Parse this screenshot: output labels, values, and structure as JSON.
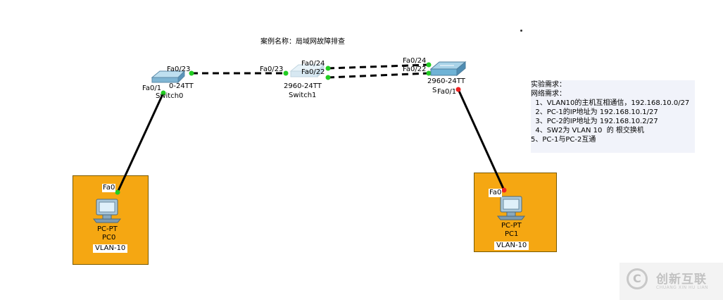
{
  "title": "案例名称：局域网故障排查",
  "colors": {
    "link_up": "#22cc22",
    "link_down": "#ee2222",
    "pc_box": "#f5a712",
    "switch_blue": "#6fb3d6"
  },
  "devices": {
    "switch0": {
      "model_partial": "0-24TT",
      "name": "Switch0"
    },
    "switch1": {
      "model": "2960-24TT",
      "name": "Switch1"
    },
    "switch2": {
      "model_partial": "2960-24TT",
      "name_partial": "S"
    },
    "pc0": {
      "type": "PC-PT",
      "name": "PC0",
      "vlan": "VLAN-10"
    },
    "pc1": {
      "type": "PC-PT",
      "name": "PC1",
      "vlan": "VLAN-10"
    }
  },
  "ports": {
    "sw0_fa0_23": "Fa0/23",
    "sw0_fa0_1_partial": "Fa0/1",
    "sw1_fa0_23": "Fa0/23",
    "sw1_fa0_24": "Fa0/24",
    "sw1_fa0_22": "Fa0/22",
    "sw2_fa0_24": "Fa0/24",
    "sw2_fa0_22": "Fa0/22",
    "sw2_fa0_1_partial": "Fa0/1",
    "pc0_fa0": "Fa0",
    "pc1_fa0": "Fa0"
  },
  "notes": [
    "实验需求：",
    "网络需求：",
    "  1、VLAN10的主机互相通信，192.168.10.0/27",
    "  2、PC-1的IP地址为 192.168.10.1/27",
    "  3、PC-2的IP地址为 192.168.10.2/27",
    "  4、SW2为 VLAN 10  的 根交换机",
    "5、PC-1与PC-2互通"
  ],
  "watermark": {
    "name": "创新互联",
    "sub": "CHUANG XIN HU LIAN",
    "mark": "C"
  }
}
